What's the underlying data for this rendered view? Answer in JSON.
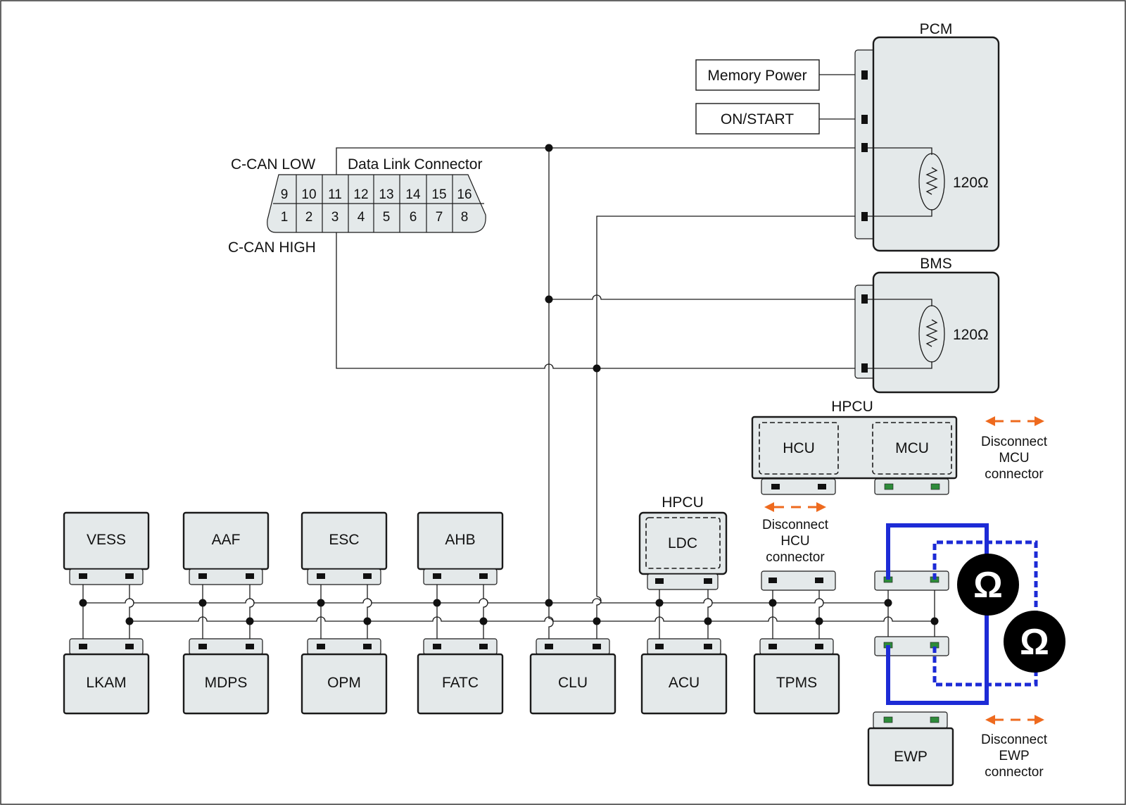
{
  "dlc": {
    "title": "Data Link Connector",
    "can_low": "C-CAN LOW",
    "can_high": "C-CAN HIGH",
    "top_pins": [
      "9",
      "10",
      "11",
      "12",
      "13",
      "14",
      "15",
      "16"
    ],
    "bottom_pins": [
      "1",
      "2",
      "3",
      "4",
      "5",
      "6",
      "7",
      "8"
    ]
  },
  "power": {
    "memory": "Memory Power",
    "ignition": "ON/START"
  },
  "pcm": {
    "name": "PCM",
    "resistor": "120Ω"
  },
  "bms": {
    "name": "BMS",
    "resistor": "120Ω"
  },
  "hpcu_main": {
    "name": "HPCU",
    "hcu": "HCU",
    "mcu": "MCU"
  },
  "hpcu_ldc": {
    "name": "HPCU",
    "ldc": "LDC"
  },
  "top_modules": [
    "VESS",
    "AAF",
    "ESC",
    "AHB"
  ],
  "bottom_modules": [
    "LKAM",
    "MDPS",
    "OPM",
    "FATC",
    "CLU",
    "ACU",
    "TPMS"
  ],
  "ewp": {
    "name": "EWP"
  },
  "notes": {
    "mcu": [
      "Disconnect",
      "MCU",
      "connector"
    ],
    "hcu": [
      "Disconnect",
      "HCU",
      "connector"
    ],
    "ewp": [
      "Disconnect",
      "EWP",
      "connector"
    ]
  },
  "ohm_symbol": "Ω",
  "colors": {
    "probe": "#1d2bd6",
    "arrow": "#ee6a1e",
    "pin_green": "#2e8b3a",
    "module_fill": "#e4e9ea"
  }
}
